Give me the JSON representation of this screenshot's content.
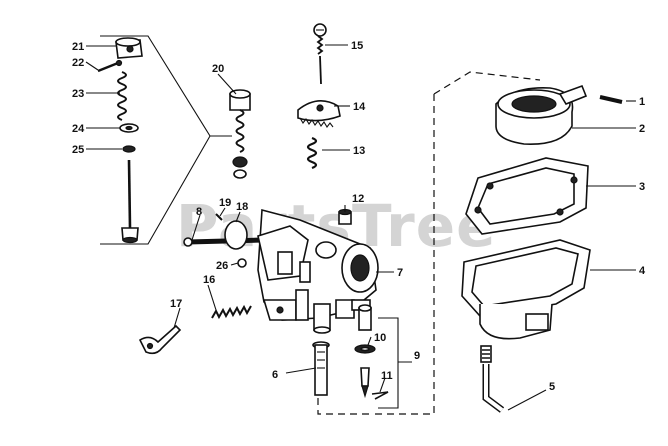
{
  "watermark": "PartsTree",
  "callouts": [
    {
      "id": "c1",
      "label": "1"
    },
    {
      "id": "c2",
      "label": "2"
    },
    {
      "id": "c3",
      "label": "3"
    },
    {
      "id": "c4",
      "label": "4"
    },
    {
      "id": "c5",
      "label": "5"
    },
    {
      "id": "c6",
      "label": "6"
    },
    {
      "id": "c7",
      "label": "7"
    },
    {
      "id": "c8",
      "label": "8"
    },
    {
      "id": "c9",
      "label": "9"
    },
    {
      "id": "c10",
      "label": "10"
    },
    {
      "id": "c11",
      "label": "11"
    },
    {
      "id": "c12",
      "label": "12"
    },
    {
      "id": "c13",
      "label": "13"
    },
    {
      "id": "c14",
      "label": "14"
    },
    {
      "id": "c15",
      "label": "15"
    },
    {
      "id": "c16",
      "label": "16"
    },
    {
      "id": "c17",
      "label": "17"
    },
    {
      "id": "c18",
      "label": "18"
    },
    {
      "id": "c19",
      "label": "19"
    },
    {
      "id": "c20",
      "label": "20"
    },
    {
      "id": "c21",
      "label": "21"
    },
    {
      "id": "c22",
      "label": "22"
    },
    {
      "id": "c23",
      "label": "23"
    },
    {
      "id": "c24",
      "label": "24"
    },
    {
      "id": "c25",
      "label": "25"
    },
    {
      "id": "c26",
      "label": "26"
    }
  ]
}
